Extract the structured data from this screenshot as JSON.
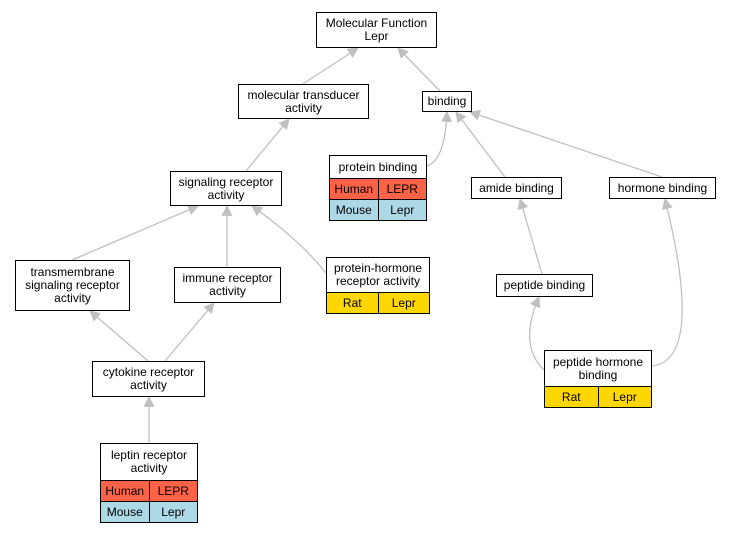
{
  "colors": {
    "human": "#ff6347",
    "mouse": "#add8e6",
    "rat": "#ffd700",
    "edge": "#c0c0c0"
  },
  "nodes": {
    "root": {
      "label": "Molecular Function\nLepr"
    },
    "transducer": {
      "label": "molecular transducer\nactivity"
    },
    "binding": {
      "label": "binding"
    },
    "protein_binding": {
      "label": "protein binding",
      "rows": [
        {
          "species": "human",
          "organism": "Human",
          "gene": "LEPR"
        },
        {
          "species": "mouse",
          "organism": "Mouse",
          "gene": "Lepr"
        }
      ]
    },
    "signaling": {
      "label": "signaling receptor\nactivity"
    },
    "amide": {
      "label": "amide binding"
    },
    "hormone": {
      "label": "hormone binding"
    },
    "transmembrane": {
      "label": "transmembrane\nsignaling receptor\nactivity"
    },
    "immune": {
      "label": "immune receptor\nactivity"
    },
    "prot_hormone": {
      "label": "protein-hormone\nreceptor activity",
      "rows": [
        {
          "species": "rat",
          "organism": "Rat",
          "gene": "Lepr"
        }
      ]
    },
    "peptide": {
      "label": "peptide binding"
    },
    "cytokine": {
      "label": "cytokine receptor\nactivity"
    },
    "pep_hormone": {
      "label": "peptide hormone\nbinding",
      "rows": [
        {
          "species": "rat",
          "organism": "Rat",
          "gene": "Lepr"
        }
      ]
    },
    "leptin": {
      "label": "leptin receptor\nactivity",
      "rows": [
        {
          "species": "human",
          "organism": "Human",
          "gene": "LEPR"
        },
        {
          "species": "mouse",
          "organism": "Mouse",
          "gene": "Lepr"
        }
      ]
    }
  },
  "edges": [
    {
      "from": "transducer",
      "to": "root"
    },
    {
      "from": "binding",
      "to": "root"
    },
    {
      "from": "signaling",
      "to": "transducer"
    },
    {
      "from": "protein_binding",
      "to": "binding"
    },
    {
      "from": "amide",
      "to": "binding"
    },
    {
      "from": "hormone",
      "to": "binding"
    },
    {
      "from": "transmembrane",
      "to": "signaling"
    },
    {
      "from": "immune",
      "to": "signaling"
    },
    {
      "from": "prot_hormone",
      "to": "signaling"
    },
    {
      "from": "peptide",
      "to": "amide"
    },
    {
      "from": "cytokine",
      "to": "transmembrane"
    },
    {
      "from": "cytokine",
      "to": "immune"
    },
    {
      "from": "pep_hormone",
      "to": "peptide"
    },
    {
      "from": "pep_hormone",
      "to": "hormone"
    },
    {
      "from": "leptin",
      "to": "cytokine"
    }
  ]
}
